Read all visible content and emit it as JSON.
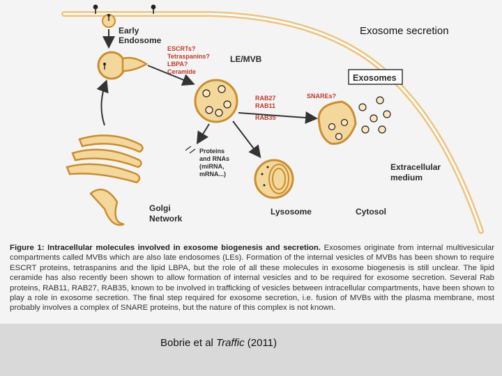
{
  "slide": {
    "title": "Exosome secretion",
    "citation_authors": "Bobrie et al ",
    "citation_journal": "Traffic",
    "citation_year": " (2011)"
  },
  "diagram": {
    "early_endosome_line1": "Early",
    "early_endosome_line2": "Endosome",
    "mvb_factors": [
      "ESCRTs?",
      "Tetraspanins?",
      "LBPA?",
      "Ceramide"
    ],
    "le_mvb": "LE/MVB",
    "rab_factors": [
      "RAB27",
      "RAB11",
      "RAB35"
    ],
    "snares": "SNAREs?",
    "exosomes": "Exosomes",
    "cargo_lines": [
      "Proteins",
      "and RNAs",
      "(miRNA,",
      "mRNA...)"
    ],
    "extracellular_line1": "Extracellular",
    "extracellular_line2": "medium",
    "golgi_line1": "Golgi",
    "golgi_line2": "Network",
    "lysosome": "Lysosome",
    "cytosol": "Cytosol",
    "colors": {
      "red_labels": "#c0392b",
      "arrows": "#333333",
      "vesicle_fill": "#f4d79a"
    }
  },
  "caption": {
    "heading": "Figure 1: Intracellular molecules involved in exosome biogenesis and secretion.",
    "body": " Exosomes originate from internal multivesicular compartments called MVBs which are also late endosomes (LEs). Formation of the internal vesicles of MVBs has been shown to require ESCRT proteins, tetraspanins and the lipid LBPA, but the role of all these molecules in exosome biogenesis is still unclear. The lipid ceramide has also recently been shown to allow formation of internal vesicles and to be required for exosome secretion. Several Rab proteins, RAB11, RAB27, RAB35, known to be involved in trafficking of vesicles between intracellular compartments, have been shown to play a role in exosome secretion. The final step required for exosome secretion, i.e. fusion of MVBs with the plasma membrane, most probably involves a complex of SNARE proteins, but the nature of this complex is not known."
  }
}
